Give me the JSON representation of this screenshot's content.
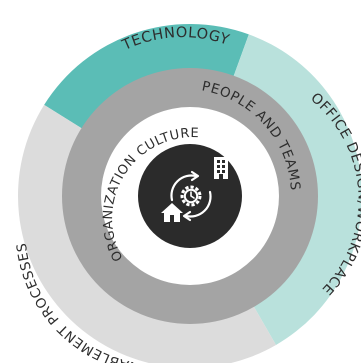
{
  "diagram": {
    "outer_ring": [
      {
        "label": "TECHNOLOGY",
        "color": "#5bbdb6"
      },
      {
        "label": "OFFICE DESIGN/WORKPLACE",
        "color": "#b9e1dc"
      },
      {
        "label": "ENABLEMENT PROCESSES",
        "color": "#dcdcdc"
      }
    ],
    "middle_ring": {
      "label": "PEOPLE AND TEAMS",
      "color": "#a4a4a4"
    },
    "inner_ring": {
      "label": "ORGANIZATION CULTURE",
      "color": "#ffffff"
    },
    "core": {
      "color": "#2b2b2b",
      "icons": [
        "building-icon",
        "gear-icon",
        "home-icon",
        "cycle-arrows-icon"
      ]
    },
    "text_color": "#2d2d2d"
  }
}
